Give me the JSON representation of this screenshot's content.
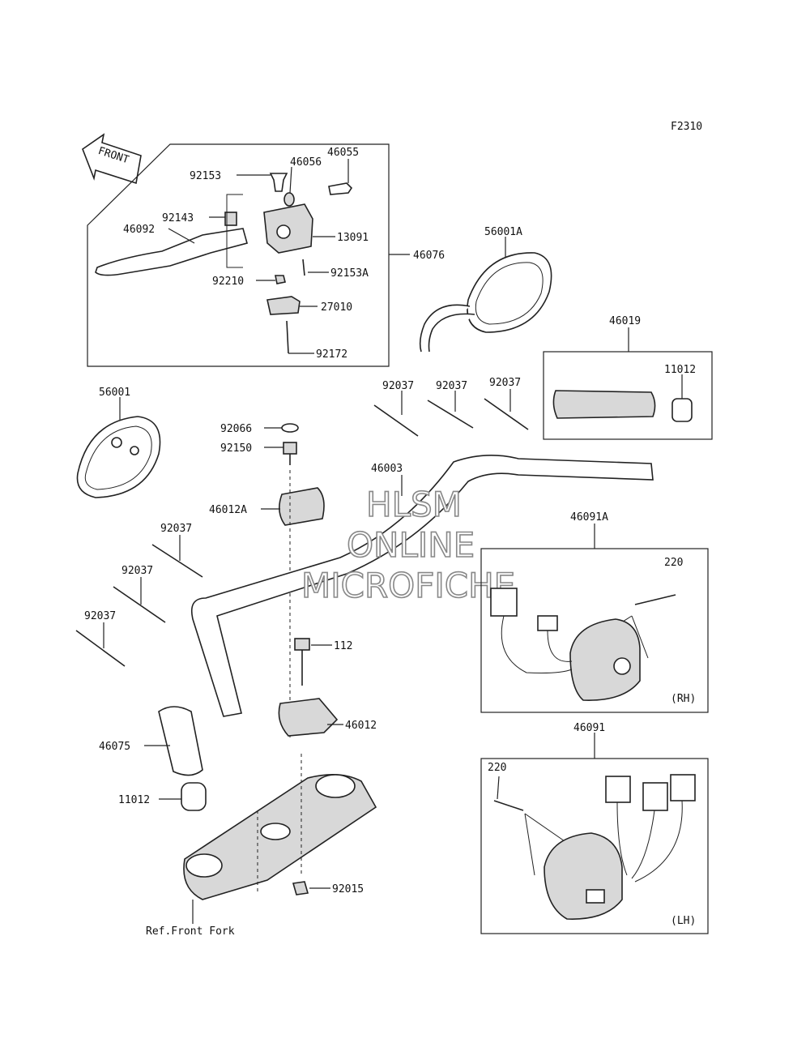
{
  "diagram": {
    "figure_code": "F2310",
    "front_arrow_text": "FRONT",
    "watermark": {
      "line1": "HLSM",
      "line2": "ONLINE",
      "line3": "MICROFICHE"
    },
    "reference_note": "Ref.Front Fork",
    "labels": {
      "p46055": "46055",
      "p92153": "92153",
      "p46056": "46056",
      "p92143": "92143",
      "p46092": "46092",
      "p13091": "13091",
      "p46076": "46076",
      "p92153A": "92153A",
      "p92210": "92210",
      "p27010": "27010",
      "p92172": "92172",
      "p56001A": "56001A",
      "p46019": "46019",
      "p11012a": "11012",
      "p56001": "56001",
      "p92037a": "92037",
      "p92037b": "92037",
      "p92037c": "92037",
      "p92066": "92066",
      "p92150": "92150",
      "p46003": "46003",
      "p46012A": "46012A",
      "p92037d": "92037",
      "p92037e": "92037",
      "p92037f": "92037",
      "p46091A": "46091A",
      "p220a": "220",
      "rh": "(RH)",
      "p112": "112",
      "p46012": "46012",
      "p46075": "46075",
      "p11012b": "11012",
      "p46091": "46091",
      "p220b": "220",
      "p92015": "92015",
      "lh": "(LH)"
    }
  },
  "colors": {
    "line": "#222222",
    "background": "#ffffff",
    "watermark_outline": "#888888"
  }
}
